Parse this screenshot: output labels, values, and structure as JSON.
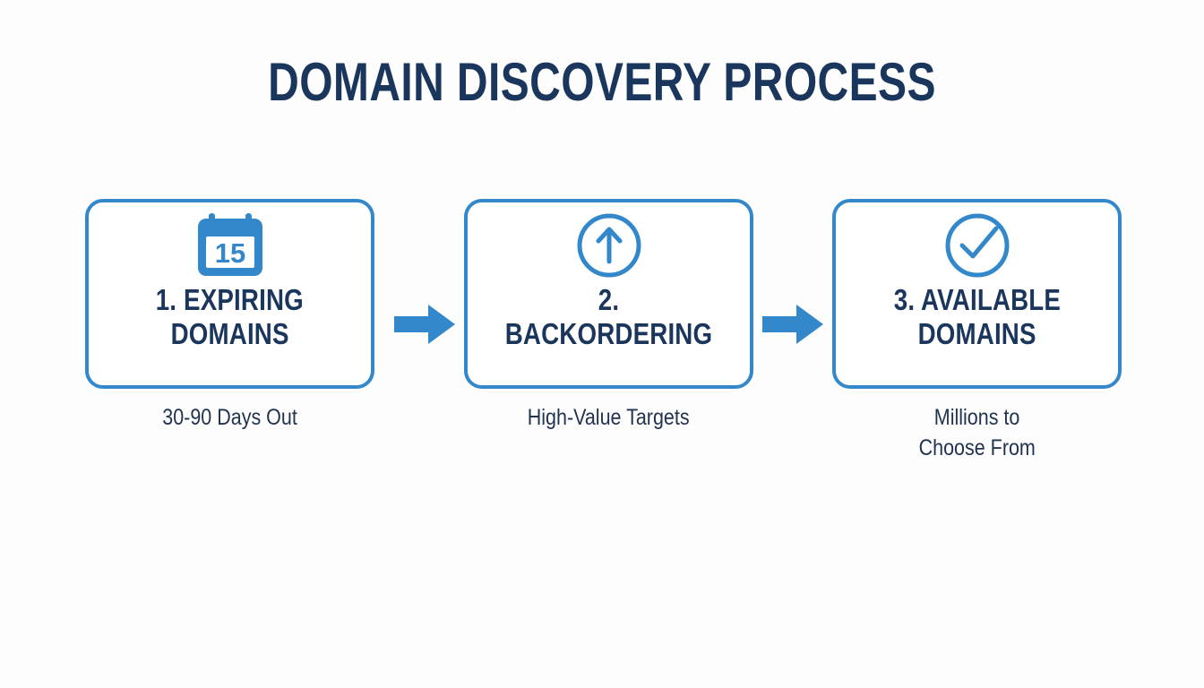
{
  "page": {
    "title": "DOMAIN DISCOVERY PROCESS",
    "background_color": "#fdfdfe",
    "accent_color": "#3288cb",
    "text_color": "#1b365d"
  },
  "steps": [
    {
      "icon": "calendar-icon",
      "icon_text": "15",
      "label_line1": "1. EXPIRING",
      "label_line2": "DOMAINS",
      "caption_line1": "30-90 Days Out",
      "caption_line2": ""
    },
    {
      "icon": "arrow-up-circle-icon",
      "icon_text": "",
      "label_line1": "2. BACKORDERING",
      "label_line2": "",
      "caption_line1": "High-Value Targets",
      "caption_line2": ""
    },
    {
      "icon": "check-circle-icon",
      "icon_text": "",
      "label_line1": "3. AVAILABLE",
      "label_line2": "DOMAINS",
      "caption_line1": "Millions to",
      "caption_line2": "Choose From"
    }
  ],
  "connectors": [
    {
      "icon": "arrow-right-icon"
    },
    {
      "icon": "arrow-right-icon"
    }
  ]
}
